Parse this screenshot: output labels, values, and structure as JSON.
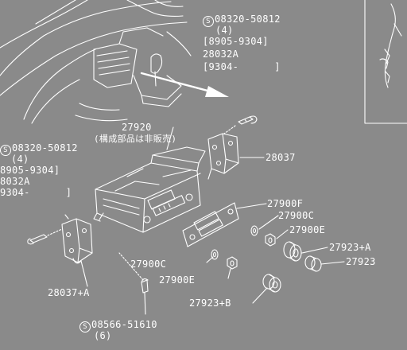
{
  "labels": {
    "screw_top": {
      "code": "08320-50812",
      "qty": "(4)",
      "range1": "[8905-9304]",
      "alt_part": "28032A",
      "range2": "[9304-      ]"
    },
    "screw_left": {
      "code": "08320-50812",
      "qty": "(4)",
      "range1": "8905-9304]",
      "alt_part": "8032A",
      "range2": "9304-      ]"
    },
    "unit": {
      "part": "27920",
      "note": "(構成部品は非販売)"
    },
    "bracket_right": "28037",
    "bracket_left": "28037+A",
    "panel": "27900F",
    "washer_upper": "27900C",
    "washer_lower": "27900C",
    "nut_upper": "27900E",
    "nut_lower": "27900E",
    "knob_a": "27923+A",
    "knob": "27923",
    "knob_b": "27923+B",
    "screw_bottom": {
      "code": "08566-51610",
      "qty": "(6)"
    }
  },
  "symbols": {
    "s_mark": "S"
  },
  "colors": {
    "background": "#8a8a8a",
    "line": "#ffffff"
  }
}
